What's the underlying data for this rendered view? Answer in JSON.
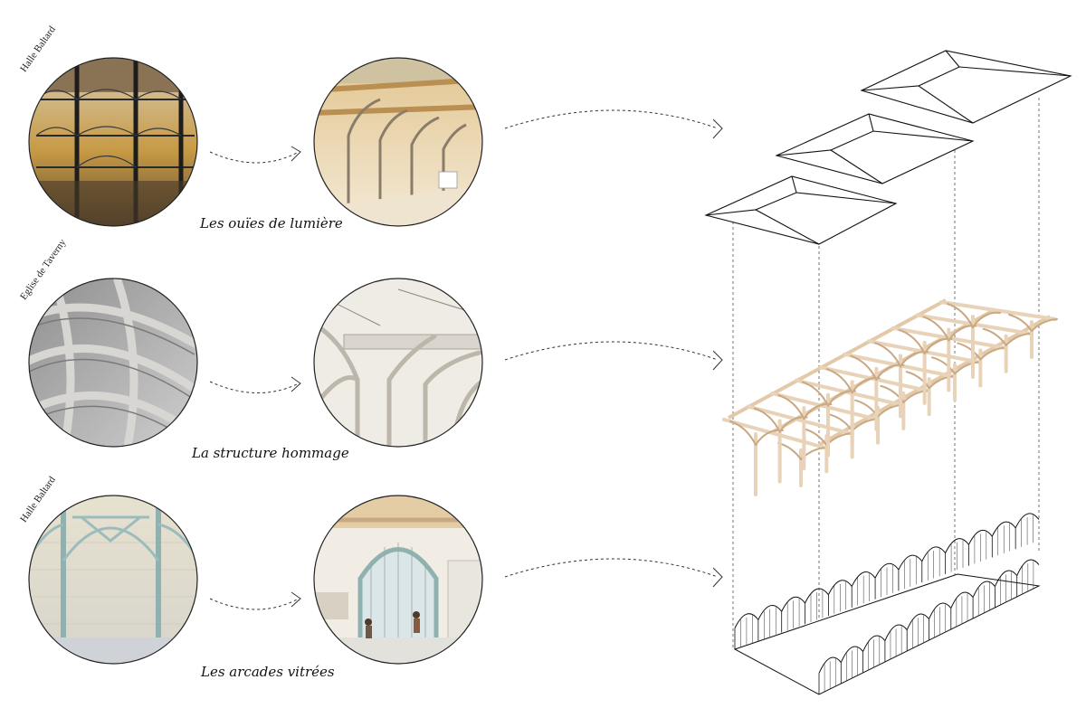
{
  "rows": [
    {
      "reference_label": "Halle Baltard",
      "caption": "Les ouïes de lumière"
    },
    {
      "reference_label": "Eglise de Taverny",
      "caption": "La structure hommage"
    },
    {
      "reference_label": "Halle Baltard",
      "caption": "Les arcades vitrées"
    }
  ],
  "colors": {
    "wood": "#e8d2b8",
    "wood_dark": "#c9a983",
    "steel_blue": "#9bbcbc",
    "ink": "#111111"
  },
  "icons": {
    "arrow": "dashed-curved-arrow-icon"
  }
}
